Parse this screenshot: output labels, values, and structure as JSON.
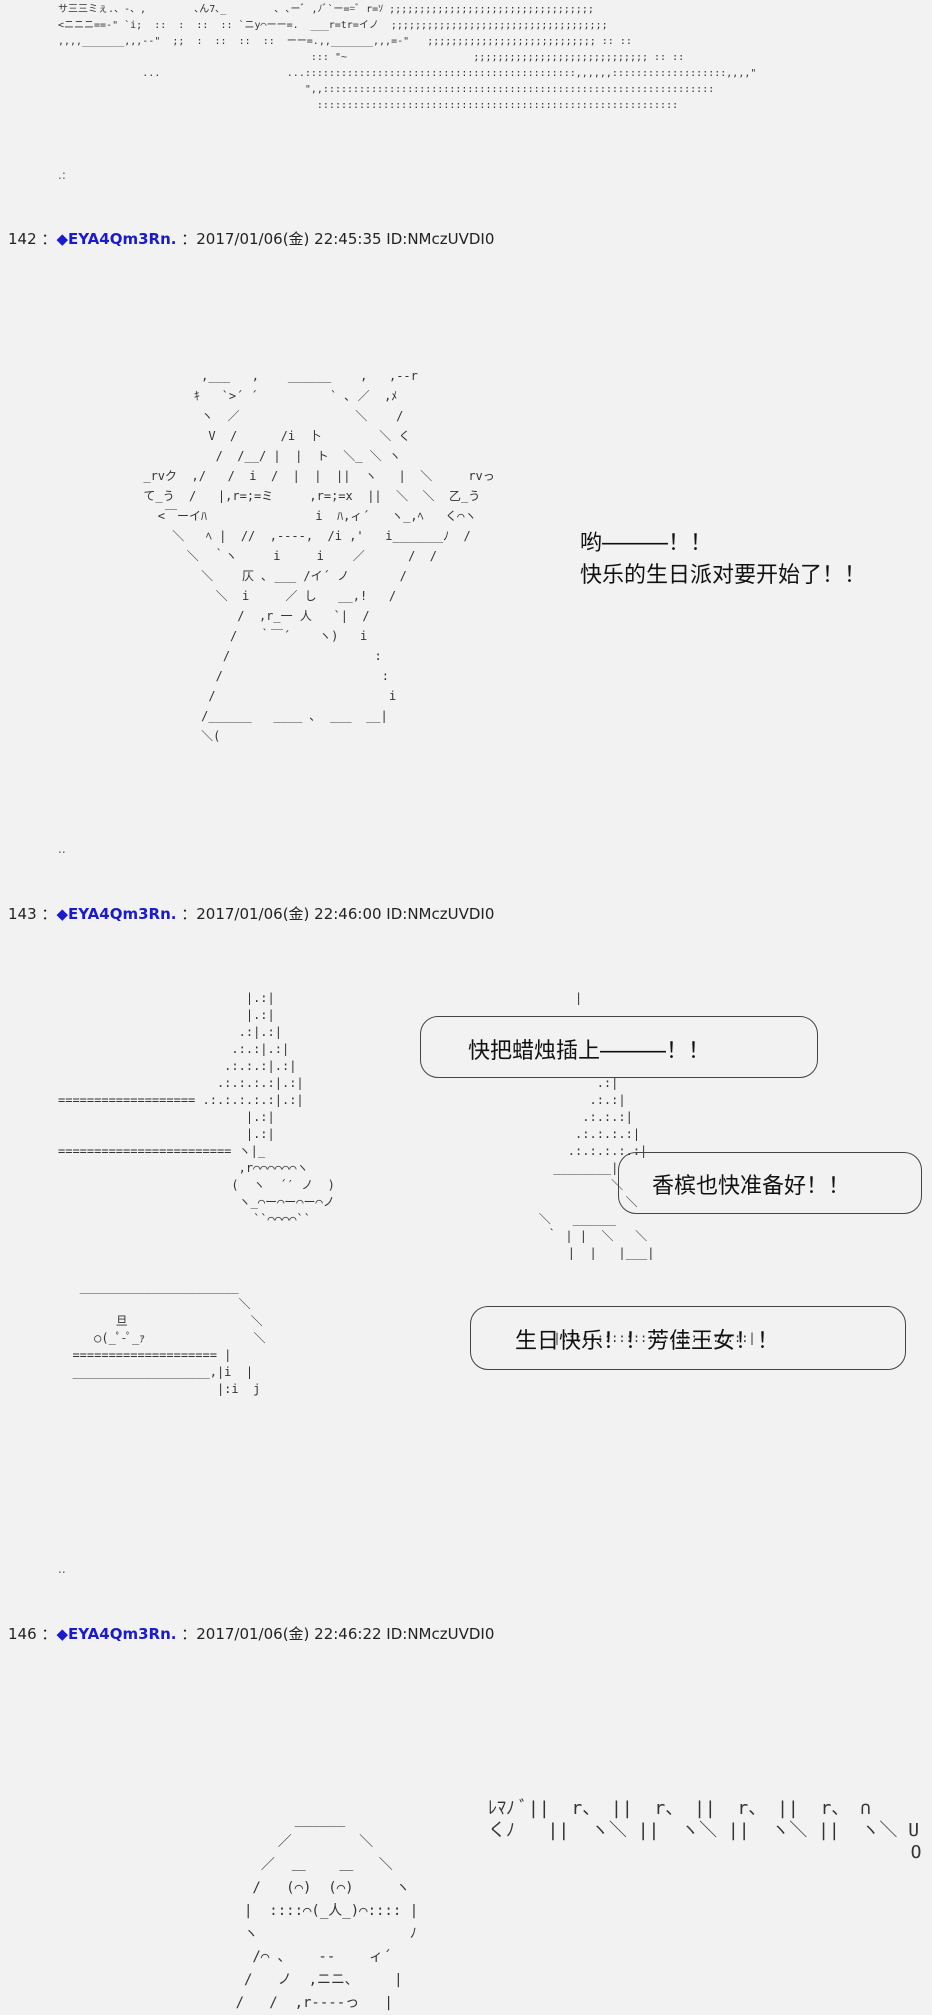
{
  "top_art": {
    "lines": [
      "サ三三ミぇ.、-、,        ､ん7､_        ､ ､ーﾞ ,ﾉﾞ`ー==ﾞ r=ｿ ;;;;;;;;;;;;;;;;;;;;;;;;;;;;;;;;;;",
      "<ニニニ==‐\" `i;  ::  :  ::  :: `ニy⌒ーー=.  ___r=tr=イノ  ;;;;;;;;;;;;;;;;;;;;;;;;;;;;;;;;;;;;",
      ",,,,_______,,,-‐\"  ;;  :  ::  ::  ::  ーー=.,,_______,,,=‐\"   ;;;;;;;;;;;;;;;;;;;;;;;;;;;; :: ::",
      "                                          ::: \"~                     ;;;;;;;;;;;;;;;;;;;;;;;;;;;;; :: ::",
      "              ...                     ...:::::::::::::::::::::::::::::::::::::::::::::,,,,,,:::::::::::::::::::,,,,\"",
      "                                         \",,:::::::::::::::::::::::::::::::::::::::::::::::::::::::::::::::::",
      "                                           ::::::::::::::::::::::::::::::::::::::::::::::::::::::::::::"
    ],
    "dots": ".:"
  },
  "posts": [
    {
      "number": "142",
      "sep": "：",
      "diamond": "◆",
      "name": "EYA4Qm3Rn.",
      "date": "：2017/01/06(金) 22:45:35 ID:NMczUVDI0"
    },
    {
      "number": "143",
      "sep": "：",
      "diamond": "◆",
      "name": "EYA4Qm3Rn.",
      "date": "：2017/01/06(金) 22:46:00 ID:NMczUVDI0"
    },
    {
      "number": "146",
      "sep": "：",
      "diamond": "◆",
      "name": "EYA4Qm3Rn.",
      "date": "：2017/01/06(金) 22:46:22 ID:NMczUVDI0"
    }
  ],
  "post142": {
    "art": [
      "              ,___   ,    ______    ,   ,--r",
      "             ｷ   `>´ ´          ` ､ ／  ,ﾒ",
      "              ヽ  ／                ＼    /",
      "               V  /      /i  卜        ＼ く",
      "                /  /__/ |  |  ト  ＼_ ＼ ヽ",
      "      _rvク  ,/   /  i  /  |  |  ||  ヽ   |  ＼     rvっ",
      "      て_う  /   |,r=;=ミ     ,r=;=x  ||  ＼  ＼  乙_う",
      "        <￣ーイﾊ               i  ﾊ,ィ´   ヽ_,ﾍ   く⌒ヽ",
      "          ＼   ﾍ |  //  ,----,  /i ,'   i_______ﾉ  /",
      "            ＼  ｀ヽ     i     i    ／      /  /",
      "              ＼    仄 ､ ___ /イ´ ノ       /",
      "                ＼  i     ／ し   __,!   /",
      "                   /  ,r_一 人   `|  /",
      "                  /   ｀￣´    ヽ)   i",
      "                 /                    :",
      "                /                      :",
      "               /                        i",
      "              /______   ____ ､  ___  __|",
      "              ＼("
    ],
    "speech_line1": "哟―――！！",
    "speech_line2": "快乐的生日派对要开始了！！",
    "dots": ".."
  },
  "post143": {
    "art": [
      "                          |.:|",
      "                          |.:|",
      "                         .:|.:|",
      "                        .:.:|.:|",
      "                       .:.:.:|.:|",
      "                      .:.:.:.:|.:|",
      "=================== .:.:.:.:.:|.:|",
      "                          |.:|",
      "                          |.:|",
      "======================== ヽ|_",
      "                         ,r⌒⌒⌒⌒⌒⌒ヽ",
      "                        (  ヽ  ´′ ノ  )",
      "                         ヽ_⌒ー⌒ー⌒ー⌒ノ",
      "                           ``⌒⌒⌒⌒``",
      "",
      "",
      "",
      "   ______________________",
      "                         ＼",
      "        旦                 ＼",
      "     ○(_ﾟ-ﾟ_ｧ               ＼",
      "  ==================== |",
      "  ___________________,|i  |",
      "                      |:i  j"
    ],
    "bubble1": "快把蜡烛插上―――！！",
    "bubble2": "香槟也快准备好！！",
    "bubble3": "生日快乐！！芳佳王女！！",
    "middle_art": [
      "         |",
      "",
      "",
      "",
      "",
      "            .:|",
      "           .:.:|",
      "          .:.:.:|",
      "         .:.:.:.:|",
      "        .:.:.:.:.:|",
      "      ________|",
      "              ＼",
      "                ＼",
      "    ＼   ______",
      "     ｀ | |  ＼   ＼",
      "        |  |   |___|",
      "",
      "",
      "",
      "",
      "      |::::::::::::::::::::::::::|"
    ],
    "dots": ".."
  },
  "post146": {
    "sfx": "ﾚﾏﾉ ﾞ||  r、 ||  r、 ||  r、 ||  r、 ∩\nくﾉ   ||  ヽ＼ ||  ヽ＼ ||  ヽ＼ ||  ヽ＼ U\n                                       O",
    "art": [
      "             ______",
      "           ／        ＼",
      "         ／  ＿    ＿   ＼",
      "        /   (⌒)  (⌒)     ヽ",
      "       |  ::::⌒(_人_)⌒:::: |",
      "       ヽ                  ﾉ",
      "        /⌒ ､    --    ィ´",
      "       /   ノ  ,ニニ､     |",
      "      /   /  ,r----っ   |"
    ]
  }
}
